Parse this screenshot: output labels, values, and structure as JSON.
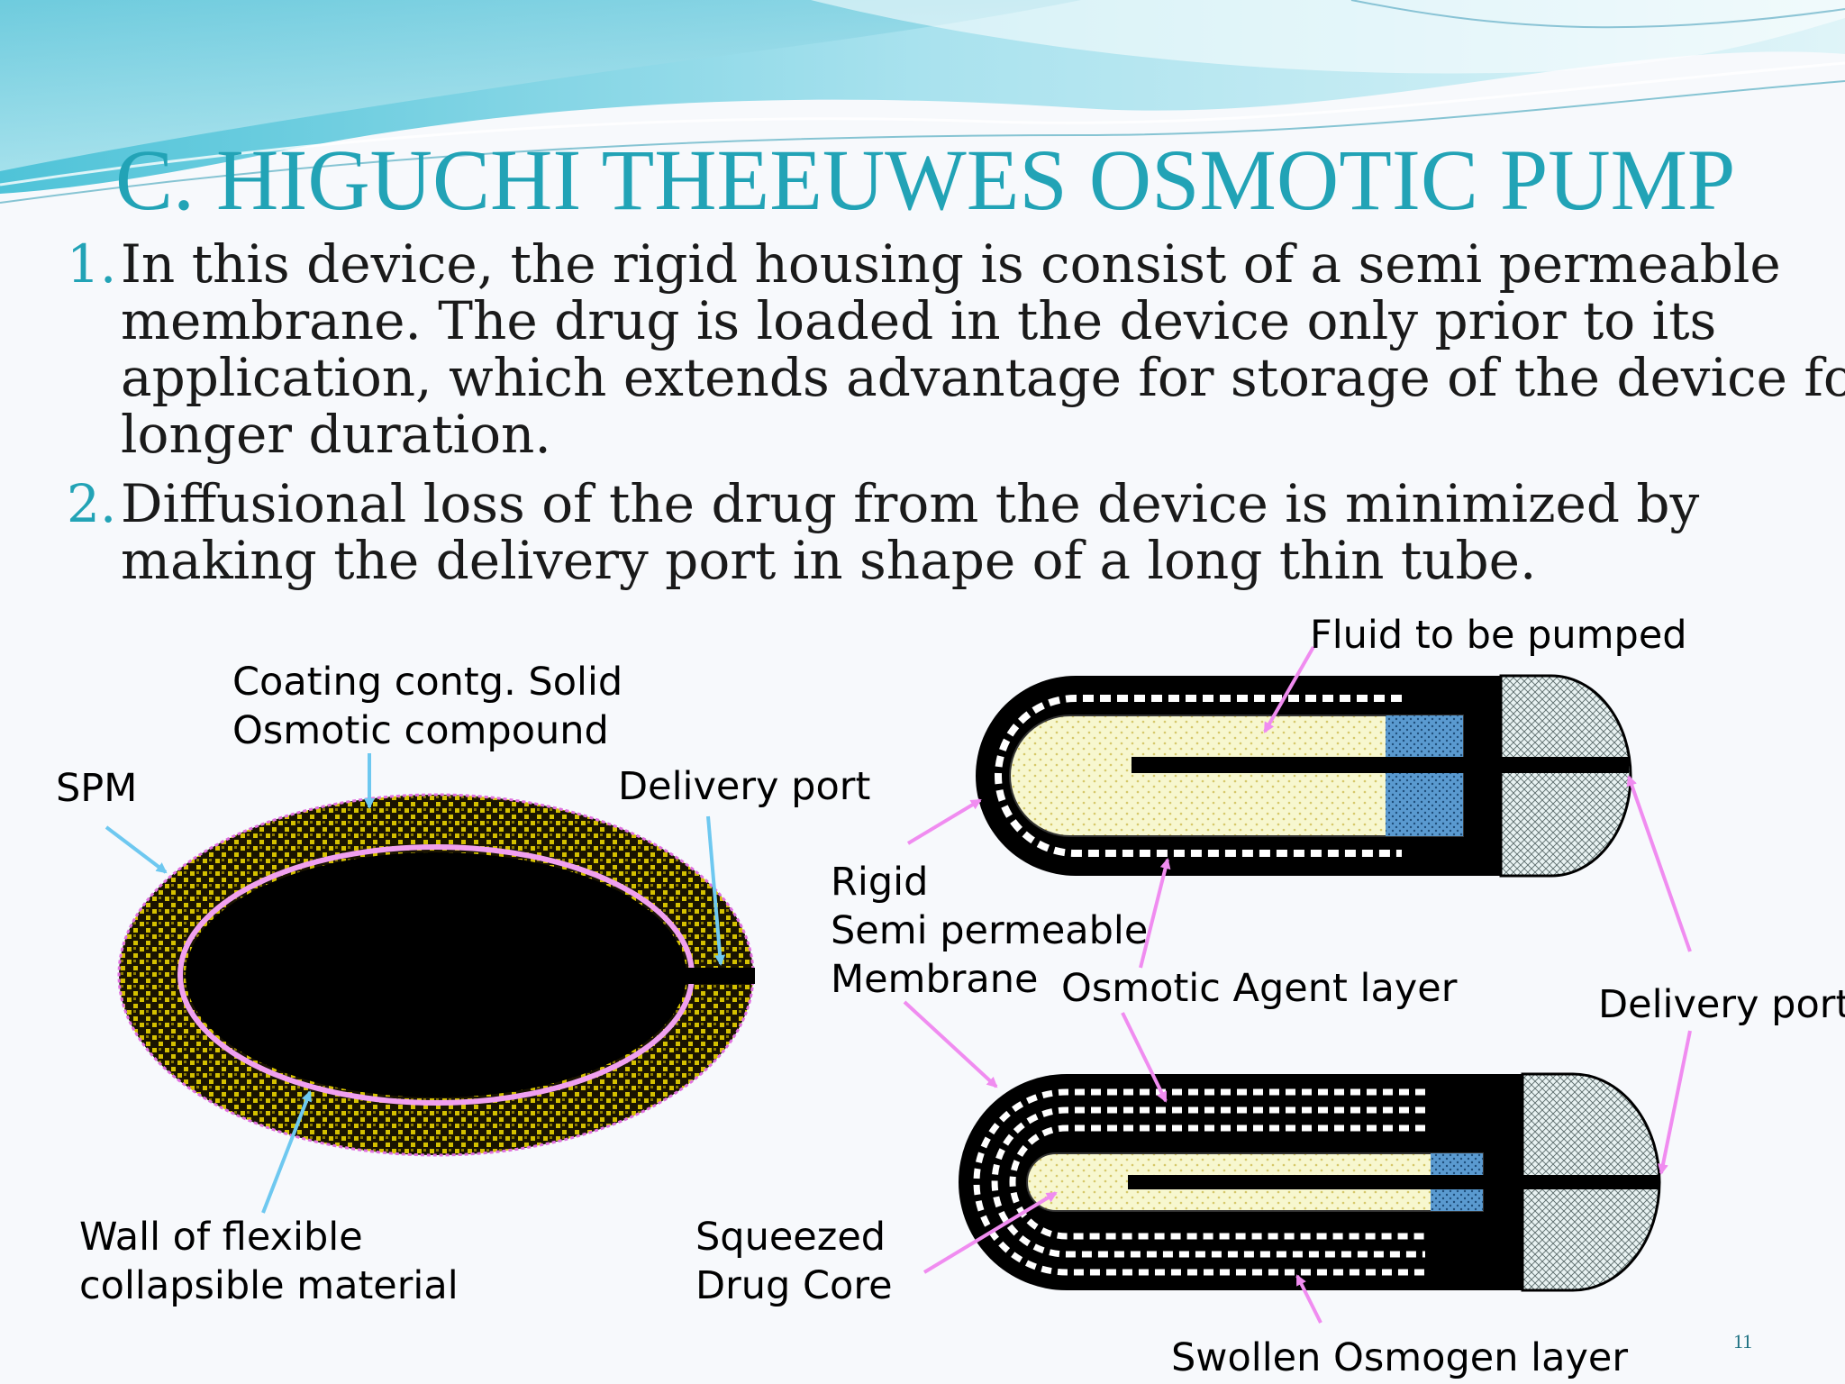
{
  "slide": {
    "title": "C. HIGUCHI THEEUWES OSMOTIC PUMP",
    "points": [
      {
        "number": "1.",
        "lines": [
          "In this device, the rigid housing is consist of a semi permeable",
          "membrane. The drug is loaded in the device only prior to its",
          "application, which extends advantage for storage of the device for",
          "longer duration."
        ]
      },
      {
        "number": "2.",
        "lines": [
          "Diffusional loss of the drug from the device is minimized by",
          "making the delivery port in shape of a long thin tube."
        ]
      }
    ],
    "slide_number": "11"
  },
  "left_diagram": {
    "labels": {
      "coating_line1": "Coating contg. Solid",
      "coating_line2": "Osmotic compound",
      "spm": "SPM",
      "delivery_port": "Delivery port",
      "wall_line1": "Wall of flexible",
      "wall_line2": "collapsible material"
    }
  },
  "right_diagram": {
    "labels": {
      "fluid": "Fluid to be pumped",
      "rigid_line1": "Rigid",
      "rigid_line2": "Semi permeable",
      "rigid_line3": "Membrane",
      "osmotic_agent": "Osmotic Agent layer",
      "delivery_port": "Delivery port",
      "squeezed_line1": "Squeezed",
      "squeezed_line2": "Drug Core",
      "swollen": "Swollen Osmogen layer"
    }
  },
  "colors": {
    "title": "#22a3b6",
    "arrow_left": "#6ec8f0",
    "arrow_right": "#f08cf0",
    "coating": "#c8b400",
    "drug_core": "#f5f5c8",
    "piston": "#4a90c8"
  }
}
